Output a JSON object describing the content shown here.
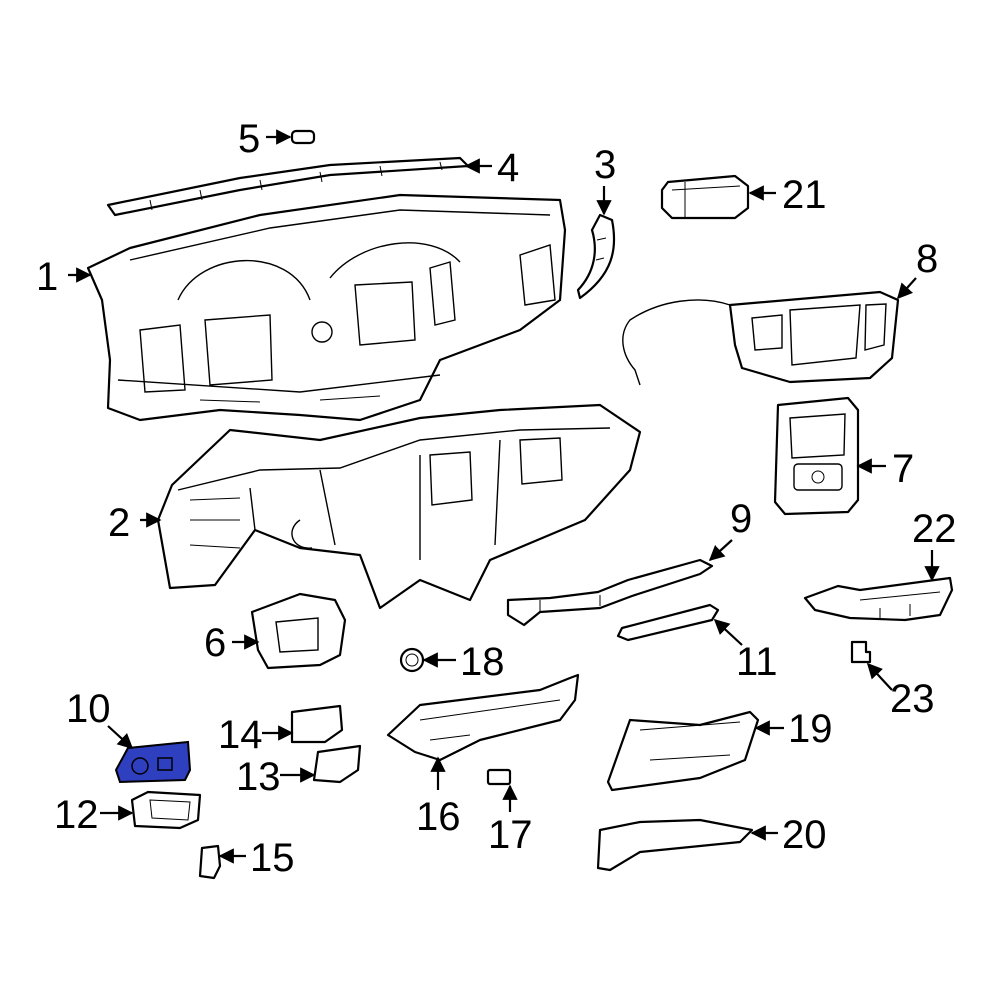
{
  "callouts": {
    "c1": "1",
    "c2": "2",
    "c3": "3",
    "c4": "4",
    "c5": "5",
    "c6": "6",
    "c7": "7",
    "c8": "8",
    "c9": "9",
    "c10": "10",
    "c11": "11",
    "c12": "12",
    "c13": "13",
    "c14": "14",
    "c15": "15",
    "c16": "16",
    "c17": "17",
    "c18": "18",
    "c19": "19",
    "c20": "20",
    "c21": "21",
    "c22": "22",
    "c23": "23"
  },
  "highlight_color": "#2e3fbf"
}
